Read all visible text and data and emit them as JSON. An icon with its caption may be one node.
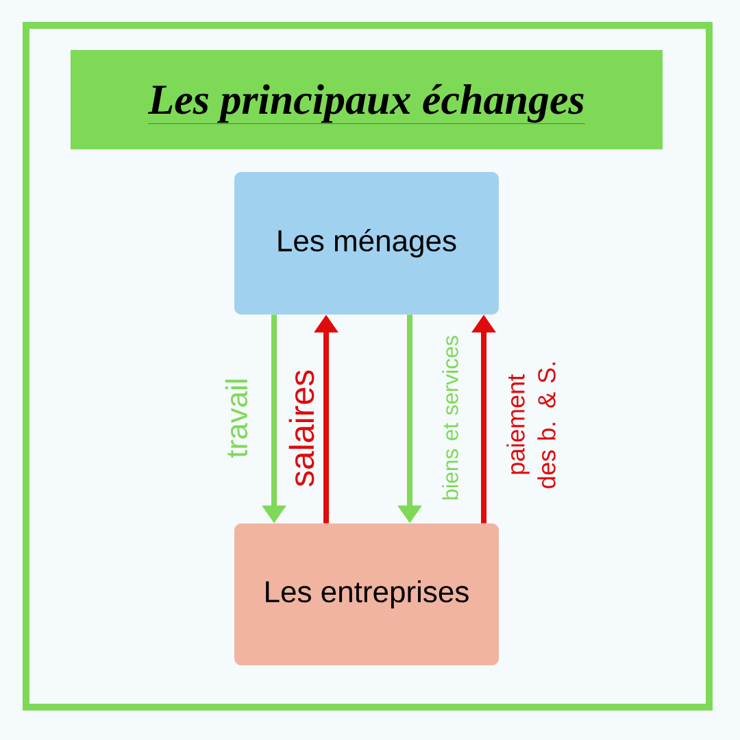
{
  "diagram": {
    "title": "Les principaux échanges",
    "nodes": [
      {
        "text": [
          "Les ménages"
        ]
      },
      {
        "text": [
          "Les entreprises"
        ]
      }
    ],
    "edges": [
      {
        "from": 0,
        "to": 1,
        "arrow": "to",
        "label": "travail",
        "color": "#7ed957"
      },
      {
        "from": 1,
        "to": 0,
        "arrow": "to",
        "label": "salaires",
        "color": "#e00b0b"
      },
      {
        "from": 0,
        "to": 1,
        "arrow": "to",
        "label": "biens et services",
        "color": "#7ed957"
      },
      {
        "from": 1,
        "to": 0,
        "arrow": "to",
        "label": "paiement des b. & S.",
        "color": "#e00b0b"
      }
    ]
  }
}
